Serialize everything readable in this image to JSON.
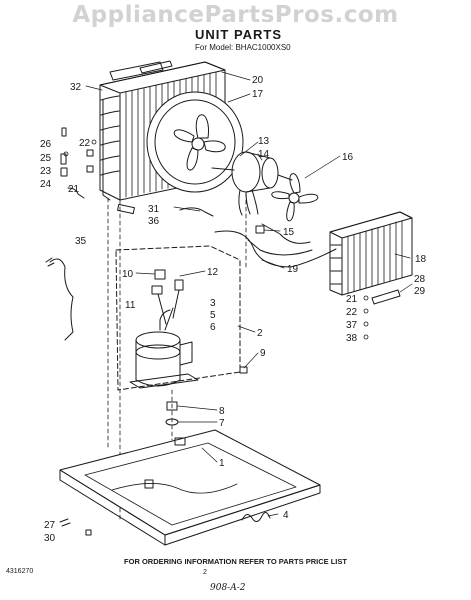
{
  "watermark": "AppliancePartsPros.com",
  "title": "UNIT PARTS",
  "model": "For Model: BHAC1000XS0",
  "footer_note": "FOR ORDERING INFORMATION REFER TO PARTS PRICE LIST",
  "doc_code": "4316270",
  "page_number": "2",
  "handwritten": "908-A-2",
  "callouts": [
    "32",
    "20",
    "17",
    "26",
    "22",
    "25",
    "23",
    "24",
    "21",
    "13",
    "14",
    "16",
    "31",
    "36",
    "15",
    "35",
    "18",
    "19",
    "10",
    "12",
    "11",
    "3",
    "5",
    "6",
    "2",
    "28",
    "29",
    "21",
    "22",
    "37",
    "38",
    "9",
    "8",
    "7",
    "1",
    "27",
    "30",
    "4"
  ]
}
